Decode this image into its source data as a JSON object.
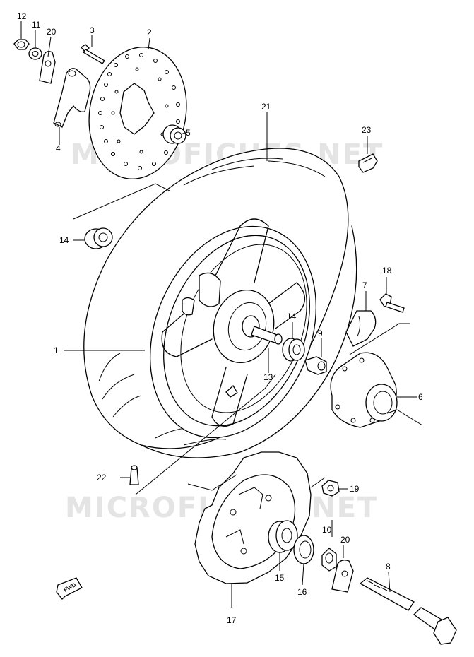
{
  "watermark_text": "MICROFICHES.NET",
  "fwd_label": "FWD",
  "callouts": {
    "c1": "1",
    "c2": "2",
    "c3": "3",
    "c4": "4",
    "c5": "5",
    "c6": "6",
    "c7": "7",
    "c8": "8",
    "c9": "9",
    "c10": "10",
    "c11": "11",
    "c12": "12",
    "c13": "13",
    "c14a": "14",
    "c14b": "14",
    "c15": "15",
    "c16": "16",
    "c17": "17",
    "c18": "18",
    "c19": "19",
    "c20a": "20",
    "c20b": "20",
    "c21": "21",
    "c22": "22",
    "c23": "23"
  }
}
